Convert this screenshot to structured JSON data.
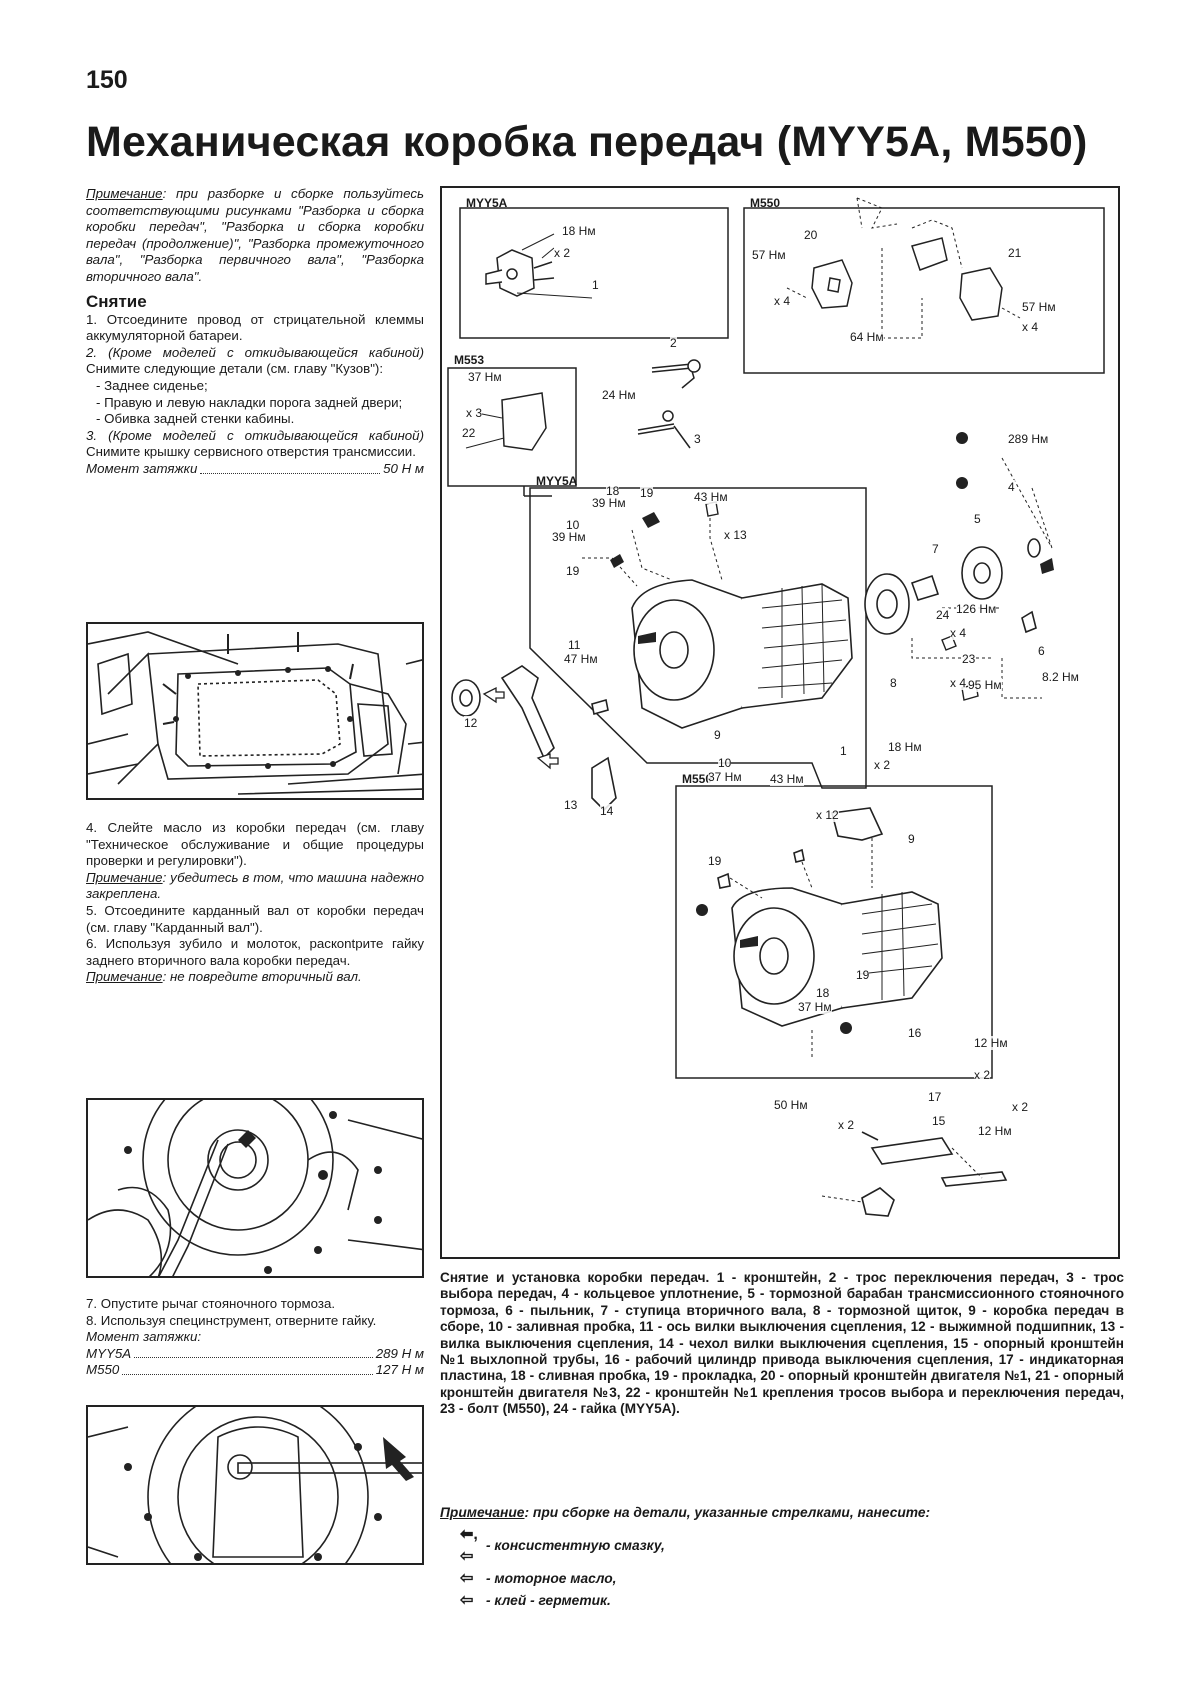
{
  "page": {
    "number": "150",
    "title": "Механическая коробка передач (MYY5A, M550)"
  },
  "left": {
    "note1_label": "Примечание",
    "note1_text": ": при разборке и сборке пользуйтесь соответствующими рисунками \"Разборка и сборка коробки передач\", \"Разборка и сборка коробки передач (продолжение)\", \"Разборка промежуточного вала\", \"Разборка первичного вала\", \"Разборка вторичного вала\".",
    "removal_heading": "Снятие",
    "step1": "1. Отсоедините провод от стрицательной клеммы аккумуляторной батареи.",
    "step2_cond": "2. (Кроме моделей с откидывающейся кабиной)",
    "step2_text": " Снимите следующие детали (см. главу \"Кузов\"):",
    "bullet1": "- Заднее сиденье;",
    "bullet2": "- Правую и левую накладки порога задней двери;",
    "bullet3": "- Обивка задней стенки кабины.",
    "step3_cond": "3. (Кроме моделей с откидывающейся кабиной)",
    "step3_text": " Снимите крышку сервисного отверстия трансмиссии.",
    "torque1_label": "Момент затяжки",
    "torque1_value": "50 Н м",
    "step4": "4. Слейте масло из коробки передач (см. главу \"Техническое обслуживание и общие процедуры проверки и регулировки\").",
    "note2_label": "Примечание",
    "note2_text": ": убедитесь в том, что машина надежно закреплена.",
    "step5": "5. Отсоедините карданный вал от коробки передач (см. главу \"Карданный вал\").",
    "step6": "6. Используя зубило и молоток, раскontрите гайку заднего вторичного вала коробки передач.",
    "note3_label": "Примечание",
    "note3_text": ": не повредите вторичный вал.",
    "step7": "7. Опустите рычаг стояночного тормоза.",
    "step8": "8. Используя специнструмент, отверните гайку.",
    "torque2_label": "Момент затяжки:",
    "torque2_rows": [
      {
        "model": "MYY5A",
        "value": "289 Н м"
      },
      {
        "model": "M550",
        "value": "127 Н м"
      }
    ]
  },
  "diagram": {
    "box_myy5a_top": "MYY5A",
    "box_m550_top": "M550",
    "box_m553": "M553",
    "box_myy5a_mid": "MYY5A",
    "box_m550_bottom": "M550",
    "labels": {
      "t18nm_a": "18 Нм",
      "x2_a": "x 2",
      "n1_a": "1",
      "n20": "20",
      "t57nm_a": "57 Нм",
      "x4_a": "x 4",
      "n21": "21",
      "t57nm_b": "57 Нм",
      "x4_b": "x 4",
      "t64nm": "64 Нм",
      "t37nm_a": "37 Нм",
      "x3": "x 3",
      "n22": "22",
      "n2": "2",
      "t24nm": "24 Нм",
      "n3": "3",
      "n18_a": "18",
      "t39nm_a": "39 Нм",
      "n19_a": "19",
      "t43nm_a": "43 Нм",
      "x13": "x 13",
      "n10_a": "10",
      "t39nm_b": "39 Нм",
      "n19_b": "19",
      "n9_a": "9",
      "t289nm": "289 Нм",
      "n4": "4",
      "n5": "5",
      "n7": "7",
      "n6": "6",
      "n24": "24",
      "t126nm": "126 Нм",
      "x4_c": "x 4",
      "n23": "23",
      "x4_d": "x 4",
      "t95nm": "95 Нм",
      "t82nm": "8.2 Нм",
      "n8": "8",
      "n11": "11",
      "t47nm": "47 Нм",
      "n12": "12",
      "n13": "13",
      "n14": "14",
      "n1_b": "1",
      "t18nm_b": "18 Нм",
      "x2_b": "x 2",
      "n10_b": "10",
      "t37nm_b": "37 Нм",
      "t43nm_b": "43 Нм",
      "x12": "x 12",
      "n9_b": "9",
      "n19_c": "19",
      "n19_d": "19",
      "n18_b": "18",
      "t37nm_c": "37 Нм",
      "n16": "16",
      "t12nm_a": "12 Нм",
      "x2_c": "x 2",
      "t50nm": "50 Нм",
      "x2_d": "x 2",
      "n17": "17",
      "n15": "15",
      "x2_e": "x 2",
      "t12nm_b": "12 Нм"
    }
  },
  "caption": {
    "text": "Снятие и установка коробки передач. 1 - кронштейн, 2 - трос переключения передач, 3 - трос выбора передач, 4 - кольцевое уплотнение, 5 - тормозной барабан трансмиссионного стояночного тормоза, 6 - пыльник, 7 - ступица вторичного вала, 8 - тормозной щиток, 9 - коробка передач в сборе, 10 - заливная пробка, 11 - ось вилки выключения сцепления, 12 - выжимной подшипник, 13 - вилка выключения сцепления, 14 - чехол вилки выключения сцепления, 15 - опорный кронштейн №1 выхлопной трубы, 16 - рабочий цилиндр привода выключения сцепления, 17 - индикаторная пластина, 18 - сливная пробка, 19 - прокладка, 20 - опорный кронштейн двигателя №1, 21 - опорный кронштейн двигателя №3, 22 - кронштейн №1 крепления тросов выбора и переключения передач, 23 - болт (M550), 24 - гайка (MYY5A).",
    "note_label": "Примечание",
    "note_text": ": при сборке на детали, указанные стрелками, нанесите:",
    "items": [
      {
        "glyph": "⬅, ⇦",
        "text": "- консистентную смазку,"
      },
      {
        "glyph": "⇦",
        "text": "- моторное масло,"
      },
      {
        "glyph": "⇦",
        "text": "- клей - герметик."
      }
    ]
  },
  "colors": {
    "ink": "#1a1a1a",
    "line": "#222222"
  }
}
